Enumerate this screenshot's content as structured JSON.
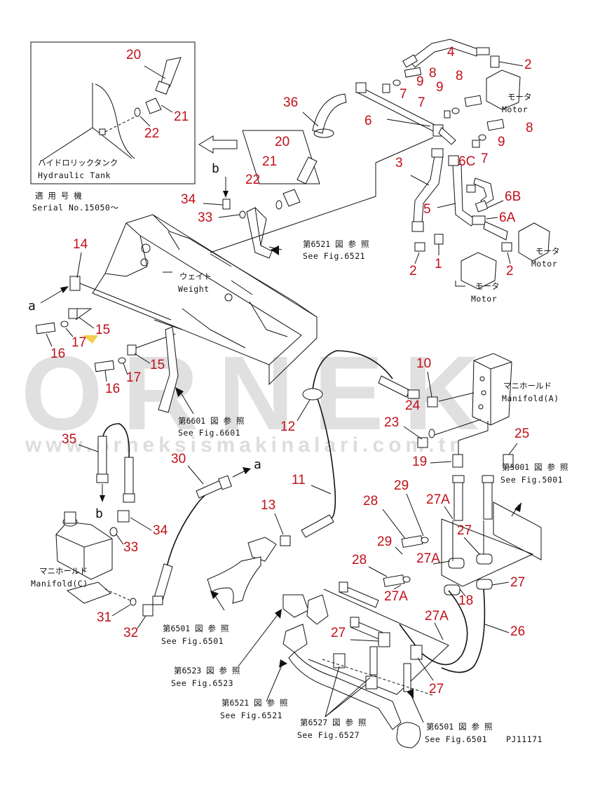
{
  "watermark": {
    "brand": "ORNEK",
    "url": "www.orneksismakinalari.com.tr"
  },
  "diagram_code": "PJ11171",
  "inset": {
    "title_jp": "ハイドロリックタンク",
    "title_en": "Hydraulic Tank",
    "serial_jp": "適 用 号 機",
    "serial_en": "Serial No.15050～"
  },
  "labels": {
    "motor_jp": "モータ",
    "motor_en": "Motor",
    "weight_jp": "ウェイト",
    "weight_en": "Weight",
    "manifold_a_jp": "マニホールド",
    "manifold_a_en": "Manifold(A)",
    "manifold_c_jp": "マニホールド",
    "manifold_c_en": "Manifold(C)"
  },
  "refs": [
    {
      "jp": "第6521 図 参 照",
      "en": "See Fig.6521"
    },
    {
      "jp": "第6601 図 参 照",
      "en": "See Fig.6601"
    },
    {
      "jp": "第5001 図 参 照",
      "en": "See Fig.5001"
    },
    {
      "jp": "第6501 図 参 照",
      "en": "See Fig.6501"
    },
    {
      "jp": "第6523 図 参 照",
      "en": "See Fig.6523"
    },
    {
      "jp": "第6521 図 参 照",
      "en": "See Fig.6521"
    },
    {
      "jp": "第6527 図 参 照",
      "en": "See Fig.6527"
    },
    {
      "jp": "第6501 図 参 照",
      "en": "See Fig.6501"
    }
  ],
  "letters": [
    "a",
    "b",
    "a",
    "b"
  ],
  "part_numbers": [
    "20",
    "21",
    "22",
    "36",
    "20",
    "21",
    "22",
    "34",
    "33",
    "4",
    "2",
    "8",
    "8",
    "9",
    "9",
    "7",
    "7",
    "6",
    "8",
    "9",
    "7",
    "3",
    "6C",
    "6B",
    "5",
    "6A",
    "1",
    "2",
    "2",
    "14",
    "15",
    "17",
    "16",
    "15",
    "17",
    "16",
    "10",
    "24",
    "23",
    "19",
    "25",
    "12",
    "35",
    "30",
    "11",
    "13",
    "34",
    "33",
    "31",
    "32",
    "29",
    "28",
    "27A",
    "27",
    "29",
    "27A",
    "28",
    "27A",
    "18",
    "27",
    "27A",
    "27",
    "26",
    "27"
  ]
}
